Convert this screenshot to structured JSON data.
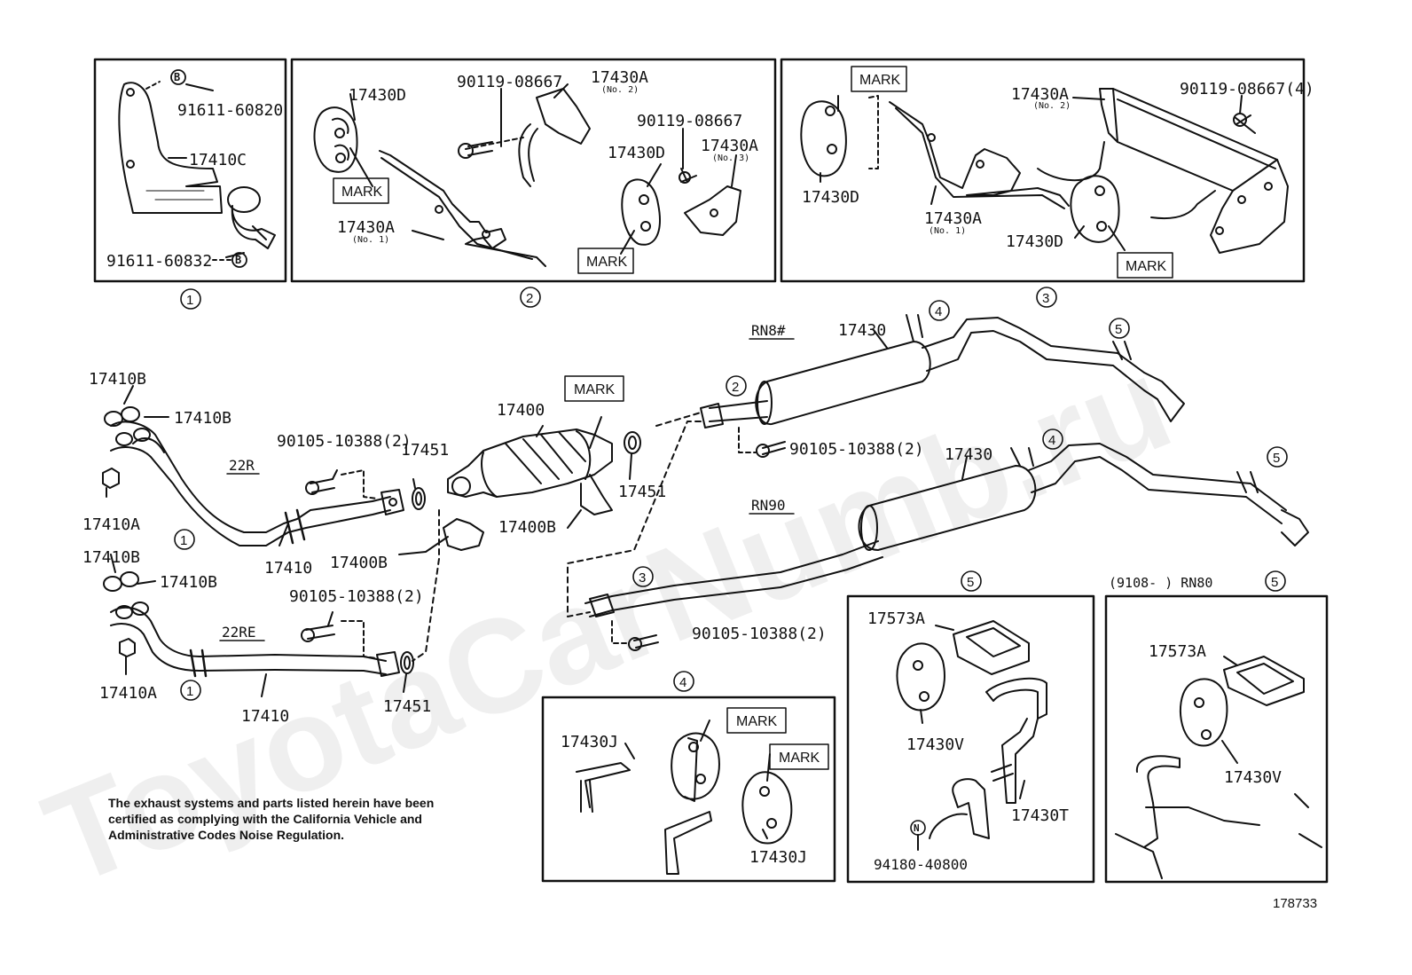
{
  "watermark": "ToyotaCarNumb.ru",
  "panels": {
    "p1": {
      "circle": "1",
      "labels": [
        "91611-60820",
        "17410C",
        "91611-60832"
      ],
      "bolt": "B"
    },
    "p2": {
      "circle": "2",
      "labels": [
        "17430D",
        "90119-08667",
        "17430A",
        "90119-08667",
        "17430D",
        "17430A",
        "17430A"
      ],
      "notes": [
        "(No. 2)",
        "(No. 3)",
        "(No. 1)"
      ]
    },
    "p3": {
      "circle": "3",
      "labels": [
        "17430A",
        "90119-08667(4)",
        "17430D",
        "17430A",
        "17430D"
      ],
      "notes": [
        "(No. 2)",
        "(No. 1)"
      ]
    },
    "p4": {
      "circle": "4",
      "labels": [
        "17430J",
        "17430J"
      ]
    },
    "p5a": {
      "circle": "5",
      "labels": [
        "17573A",
        "17430V",
        "17430T",
        "94180-40800"
      ],
      "bolt": "N"
    },
    "p5b": {
      "circle": "5",
      "header": "(9108-      ) RN80",
      "labels": [
        "17573A",
        "17430V"
      ]
    }
  },
  "mark_label": "MARK",
  "main": {
    "variants": [
      "22R",
      "22RE",
      "RN8#",
      "RN90"
    ],
    "labels": {
      "l17410B_1": "17410B",
      "l17410B_2": "17410B",
      "l17410A_1": "17410A",
      "l17410_1": "17410",
      "l17410B_3": "17410B",
      "l17410B_4": "17410B",
      "l17410A_2": "17410A",
      "l17410_2": "17410",
      "l90105_a": "90105-10388(2)",
      "l90105_b": "90105-10388(2)",
      "l90105_c": "90105-10388(2)",
      "l90105_d": "90105-10388(2)",
      "l17451_a": "17451",
      "l17451_b": "17451",
      "l17451_c": "17451",
      "l17400": "17400",
      "l17400B_a": "17400B",
      "l17400B_b": "17400B",
      "l17430_a": "17430",
      "l17430_b": "17430"
    },
    "circles": [
      "1",
      "1",
      "2",
      "3",
      "4",
      "4",
      "5",
      "5"
    ]
  },
  "note": [
    "The exhaust systems and parts listed herein have been",
    "certified as complying with the California Vehicle and",
    "Administrative Codes Noise Regulation."
  ],
  "figure_code": "178733"
}
